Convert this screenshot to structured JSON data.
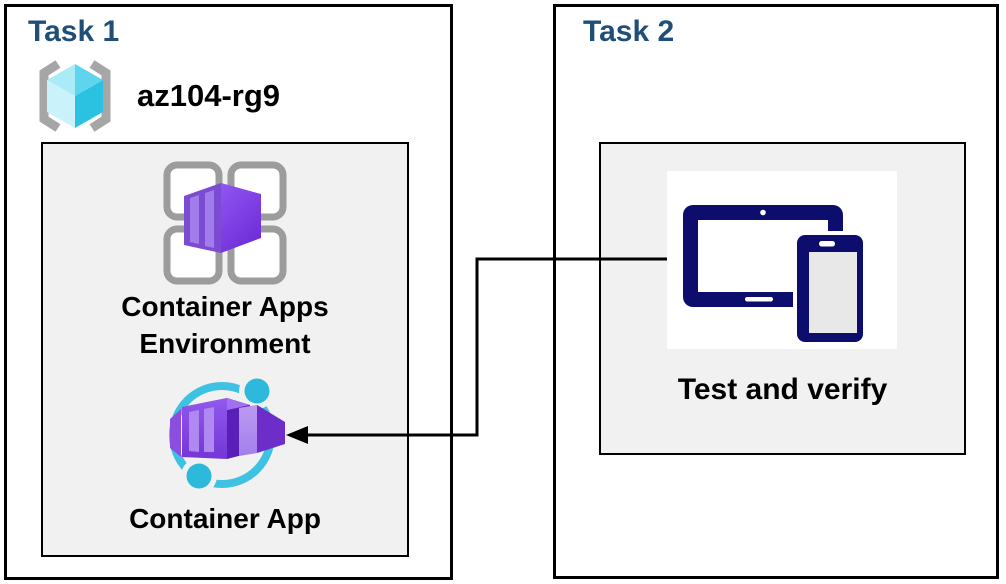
{
  "task1": {
    "title": "Task 1",
    "resource_group_name": "az104-rg9",
    "environment_label": "Container Apps Environment",
    "container_app_label": "Container App"
  },
  "task2": {
    "title": "Task 2",
    "verify_label": "Test and verify"
  },
  "icons": {
    "resource_group": "azure-resource-group-icon",
    "container_apps_environment": "container-apps-environment-icon",
    "container_app": "container-app-icon",
    "devices": "tablet-and-phone-icon",
    "connector": "elbow-arrow-left"
  },
  "colors": {
    "task_title": "#1F4E79",
    "box_border": "#000000",
    "inner_box_fill": "#F1F1F1",
    "icon_purple": "#8A4FE8",
    "icon_cyan": "#3EC1E1",
    "icon_navy": "#0D0D6E",
    "rg_cube_cyan": "#5FD4EF",
    "bracket_gray": "#A6A6A6",
    "grid_gray": "#9C9C9C"
  }
}
